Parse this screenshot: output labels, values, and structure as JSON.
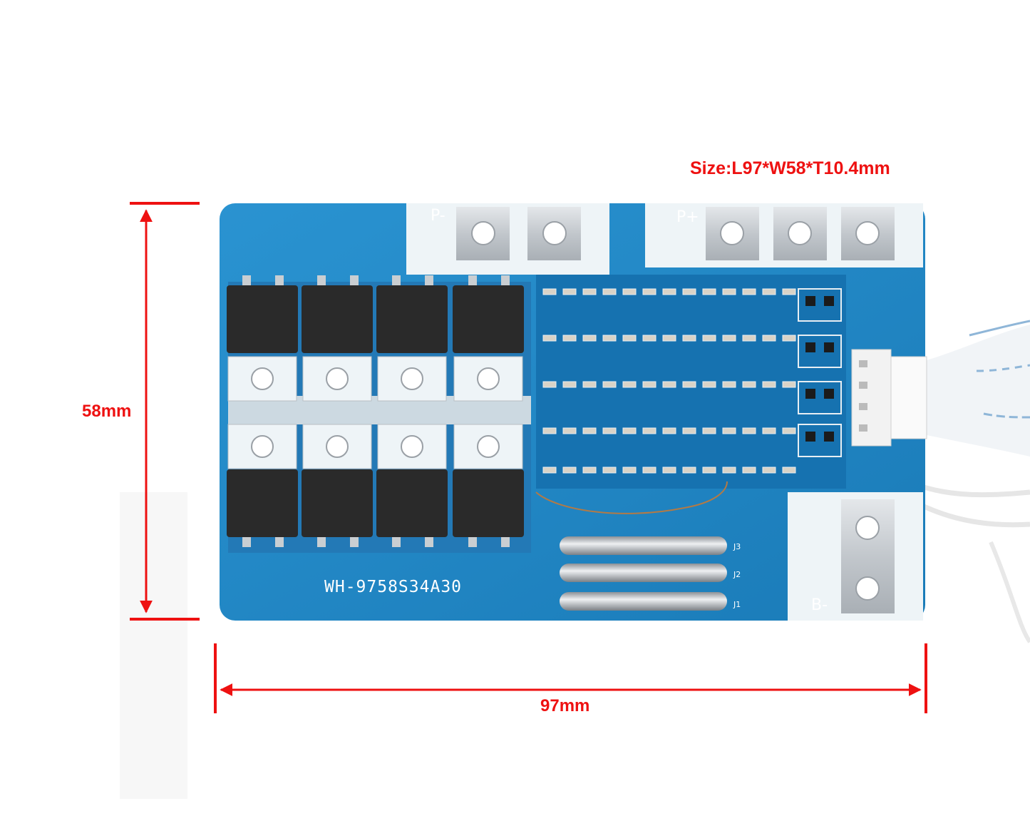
{
  "product_photo": {
    "size_caption": "Size:L97*W58*T10.4mm",
    "height_dimension": "58mm",
    "length_dimension": "97mm",
    "board_model": "WH-9758S34A30",
    "terminal_labels": {
      "p_minus": "P-",
      "p_plus": "P+",
      "b_minus": "B-"
    },
    "jumper_labels": [
      "J3",
      "J2",
      "J1"
    ],
    "mosfet_count": 8,
    "colors": {
      "annotation_red": "#ee1111",
      "pcb_blue": "#1e88c8",
      "pad_white": "#eef4f7",
      "mosfet_black": "#2a2a2a",
      "tin_silver": "#c9ced2"
    }
  }
}
